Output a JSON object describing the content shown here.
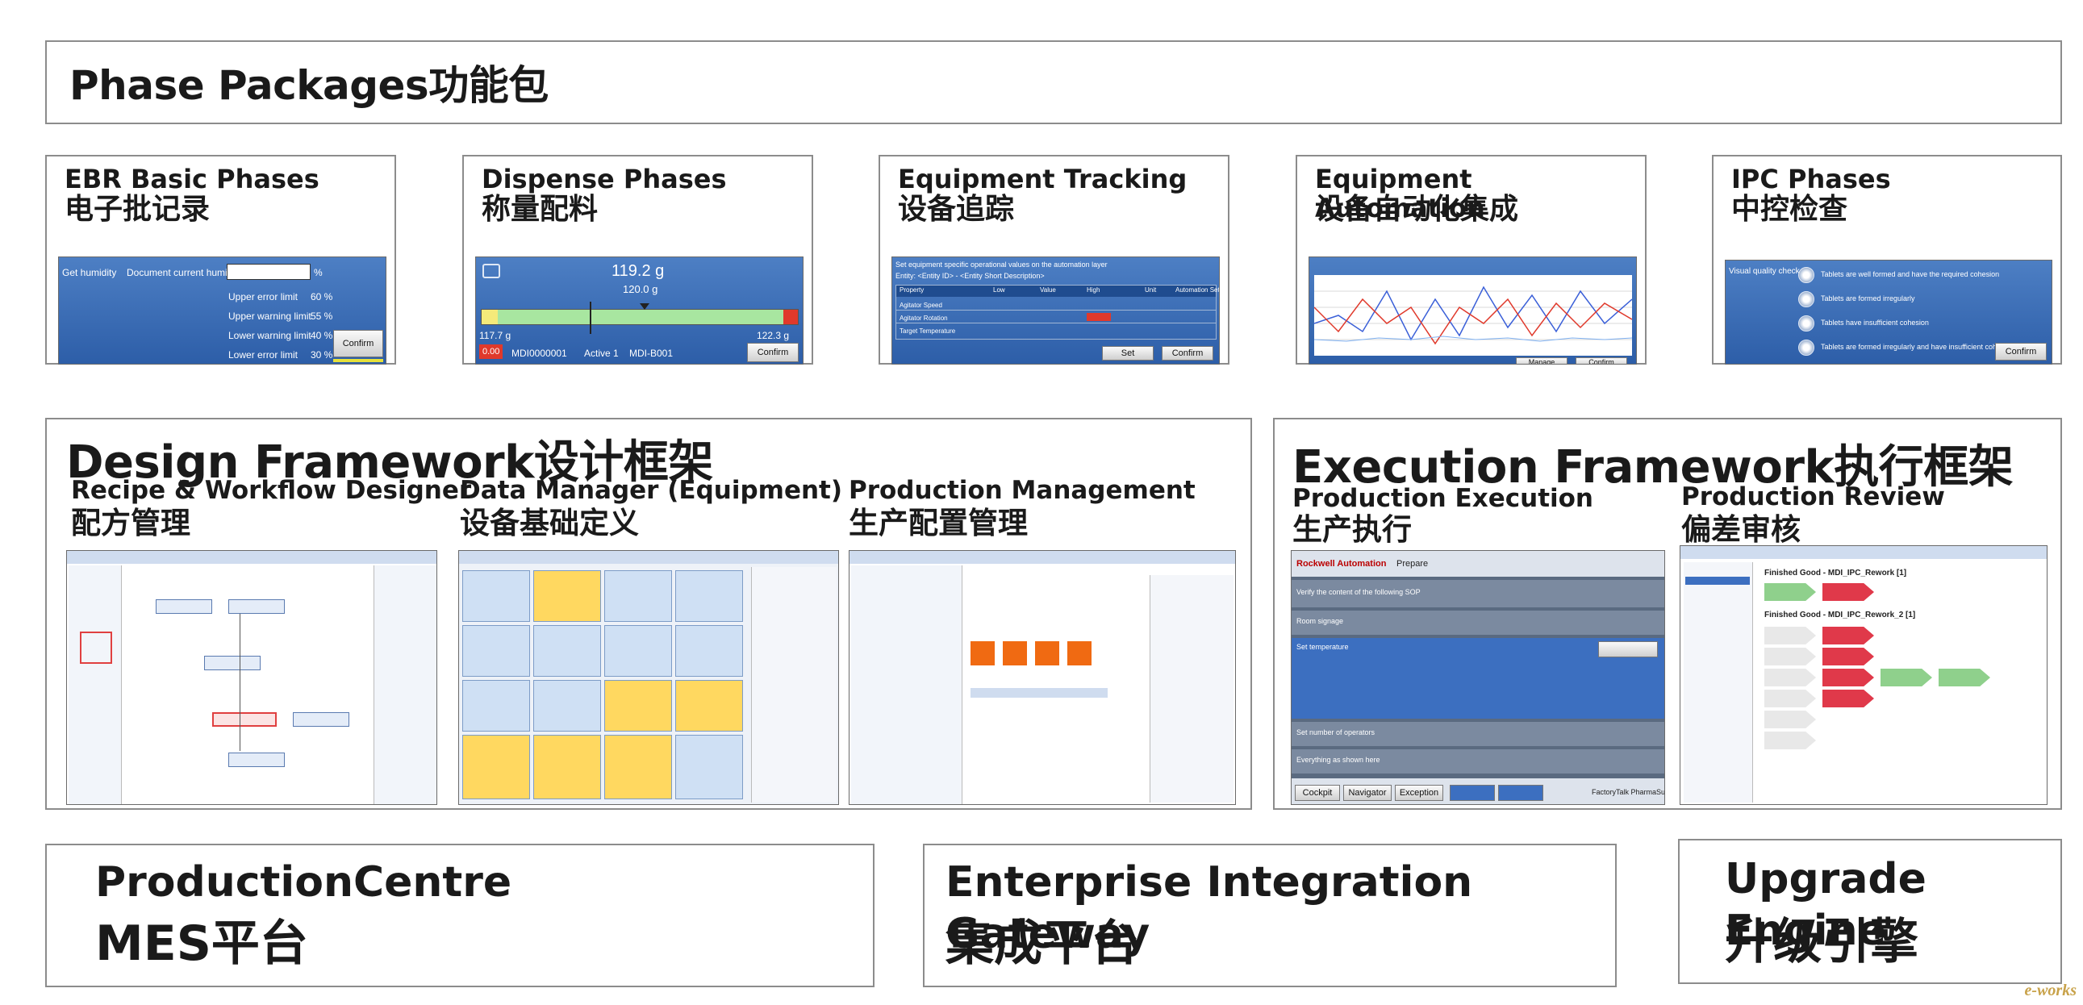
{
  "header": {
    "title": "Phase Packages功能包"
  },
  "phases": [
    {
      "en": "EBR Basic Phases",
      "cn": "电子批记录"
    },
    {
      "en": "Dispense Phases",
      "cn": "称量配料"
    },
    {
      "en": "Equipment Tracking",
      "cn": "设备追踪"
    },
    {
      "en": "Equipment Automation",
      "cn": "设备自动化集成"
    },
    {
      "en": "IPC Phases",
      "cn": "中控检查"
    }
  ],
  "design_framework": {
    "title": "Design Framework设计框架",
    "items": [
      {
        "en": "Recipe & Workflow Designer",
        "cn": "配方管理"
      },
      {
        "en": "Data Manager (Equipment)",
        "cn": "设备基础定义"
      },
      {
        "en": "Production Management",
        "cn": "生产配置管理"
      }
    ]
  },
  "execution_framework": {
    "title": "Execution Framework执行框架",
    "items": [
      {
        "en": "Production Execution",
        "cn": "生产执行"
      },
      {
        "en": "Production Review",
        "cn": "偏差审核"
      }
    ]
  },
  "bottom": [
    {
      "en": "ProductionCentre",
      "cn": "MES平台"
    },
    {
      "en": "Enterprise Integration Gateway",
      "cn": "集成平台"
    },
    {
      "en": "Upgrade Engine",
      "cn": "升级引擎"
    }
  ],
  "screenshots": {
    "ebr": {
      "label": "Get humidity",
      "field": "Document current humidity value",
      "unit": "%",
      "rows": [
        {
          "label": "Upper error limit",
          "value": "60 %"
        },
        {
          "label": "Upper warning limit",
          "value": "55 %"
        },
        {
          "label": "Lower warning limit",
          "value": "40 %"
        },
        {
          "label": "Lower error limit",
          "value": "30 %"
        }
      ],
      "button": "Confirm"
    },
    "dispense": {
      "gross": "119.2 g",
      "target": "120.0 g",
      "min": "117.7 g",
      "max": "122.3 g",
      "tare": "0.00",
      "material": "MDI0000001",
      "status": "Active 1",
      "item": "MDI-B001",
      "button": "Confirm"
    },
    "tracking": {
      "headline": "Set equipment specific operational values on the automation layer",
      "entity": "Entity: <Entity ID> - <Entity Short Description>",
      "columns": [
        "Property",
        "Low",
        "Value",
        "High",
        "Unit",
        "Automation Set"
      ],
      "rows": [
        "Agitator Speed",
        "Agitator Rotation",
        "Target Temperature"
      ],
      "buttons": [
        "Set",
        "Confirm"
      ]
    },
    "automation": {
      "buttons": [
        "Manage",
        "Confirm"
      ]
    },
    "ipc": {
      "label": "Visual quality check",
      "options": [
        "Tablets are well formed and have the required cohesion",
        "Tablets are formed irregularly",
        "Tablets have insufficient cohesion",
        "Tablets are formed irregularly and have insufficient cohesion"
      ],
      "button": "Confirm"
    },
    "execution": {
      "brand": "Rockwell Automation",
      "step": "Prepare",
      "rows": [
        "Verify the content of the following SOP",
        "Room signage",
        "Set temperature",
        "Set number of operators",
        "Everything as shown here"
      ],
      "nav": [
        "Cockpit",
        "Navigator",
        "Exception"
      ],
      "footer": "FactoryTalk PharmaSuite"
    },
    "review": {
      "group1": "Finished Good - MDI_IPC_Rework [1]",
      "group2": "Finished Good - MDI_IPC_Rework_2 [1]"
    }
  },
  "watermark": "e-works"
}
